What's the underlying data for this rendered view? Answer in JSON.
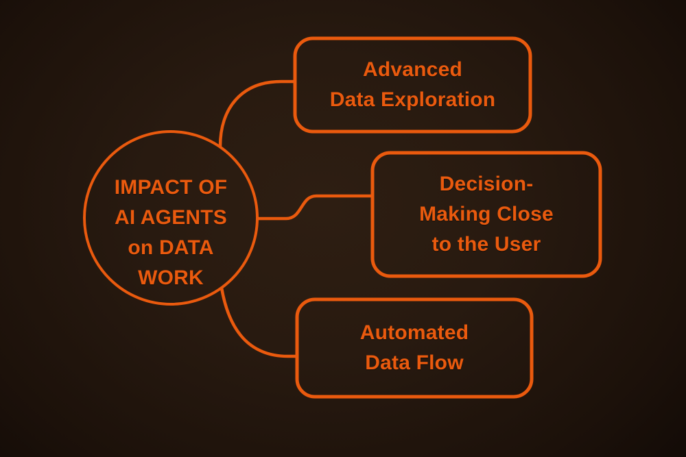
{
  "title": "IMPACT OF AI AGENTS on DATA WORK",
  "colors": {
    "accent": "#ea5a0e",
    "background_center": "#2e1e12",
    "background_edge": "#070302"
  },
  "center_node": {
    "label": "IMPACT OF AI AGENTS on DATA WORK",
    "lines": [
      "IMPACT OF",
      "AI AGENTS",
      "on DATA",
      "WORK"
    ]
  },
  "branches": [
    {
      "label": "Advanced Data Exploration",
      "lines": [
        "Advanced",
        "Data Exploration"
      ]
    },
    {
      "label": "Decision-Making Close to the User",
      "lines": [
        "Decision-",
        "Making Close",
        "to the User"
      ]
    },
    {
      "label": "Automated Data Flow",
      "lines": [
        "Automated",
        "Data Flow"
      ]
    }
  ]
}
